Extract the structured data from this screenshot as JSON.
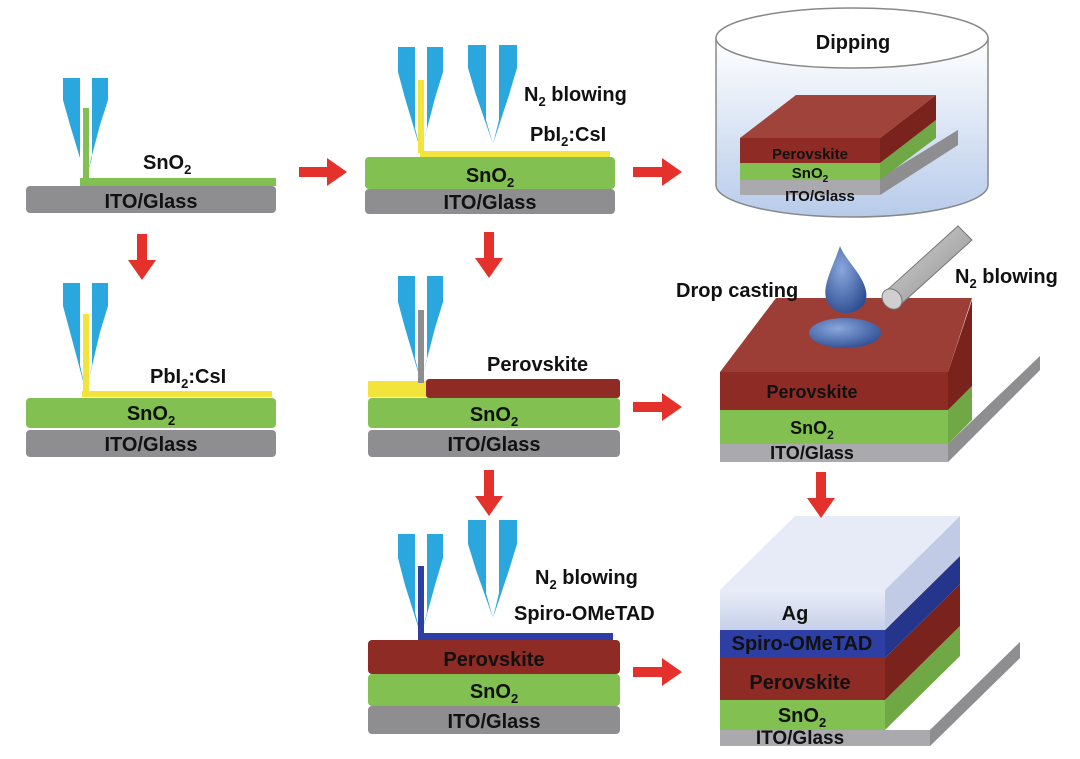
{
  "labels": {
    "ito_glass": "ITO/Glass",
    "sno2_main": "SnO",
    "sno2_sub": "2",
    "pbi_a": "PbI",
    "pbi_sub": "2",
    "pbi_b": ":CsI",
    "n2_main": "N",
    "n2_sub": "2",
    "n2_rest": " blowing",
    "perovskite": "Perovskite",
    "dipping": "Dipping",
    "drop_casting": "Drop casting",
    "spiro": "Spiro-OMeTAD",
    "ag": "Ag"
  },
  "colors": {
    "glass": "#8e8e91",
    "sno2": "#82c051",
    "pbi2_csi": "#f2e43a",
    "perovskite": "#8e2b24",
    "spiro": "#2e3fa3",
    "ag": "#d8def0",
    "nozzle": "#2aa7df",
    "arrow": "#e4312b",
    "drop": "#3f63a8"
  },
  "icons": [
    "slot-die-nozzle-icon",
    "air-knife-icon",
    "drop-icon",
    "pipette-icon",
    "beaker-icon",
    "arrow-right-icon",
    "arrow-down-icon"
  ]
}
